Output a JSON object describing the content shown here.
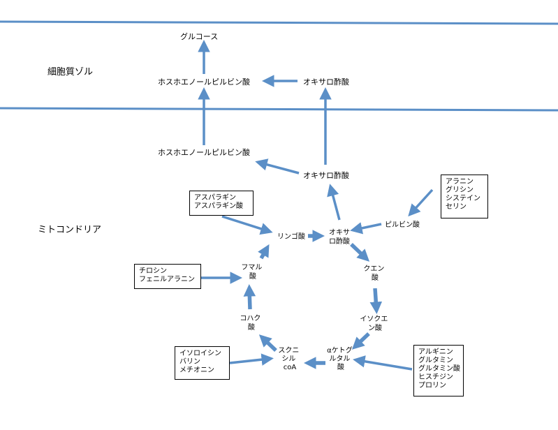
{
  "colors": {
    "arrow": "#5b8fc7",
    "membrane": "#5b8fc7",
    "text": "#000000"
  },
  "regions": {
    "cytosol": "細胞質ゾル",
    "mitochondria": "ミトコンドリア"
  },
  "nodes": {
    "glucose": "グルコース",
    "pep_cytosol": "ホスホエノールピルビン酸",
    "oxaloacetate_cytosol": "オキサロ酢酸",
    "pep_mito": "ホスホエノールピルビン酸",
    "oxaloacetate_mito": "オキサロ酢酸",
    "pyruvate": "ピルビン酸",
    "malate": "リンゴ酸",
    "oxaloacetate_cycle": [
      "オキサ",
      "ロ酢酸"
    ],
    "citrate": [
      "クエン",
      "酸"
    ],
    "isocitrate": [
      "イソクエ",
      "ン酸"
    ],
    "akg": [
      "αケトグ",
      "ルタル",
      "酸"
    ],
    "succinyl_coa": [
      "スクニ",
      "シル",
      "coA"
    ],
    "succinate": [
      "コハク",
      "酸"
    ],
    "fumarate": [
      "フマル",
      "酸"
    ]
  },
  "boxes": {
    "asp": [
      "アスパラギン",
      "アスパラギン酸"
    ],
    "ala": [
      "アラニン",
      "グリシン",
      "システイン",
      "セリン"
    ],
    "phe": [
      "チロシン",
      "フェニルアラニン"
    ],
    "ile": [
      "イソロイシン",
      "バリン",
      "メチオニン"
    ],
    "arg": [
      "アルギニン",
      "グルタミン",
      "グルタミン酸",
      "ヒスチジン",
      "プロリン"
    ]
  }
}
